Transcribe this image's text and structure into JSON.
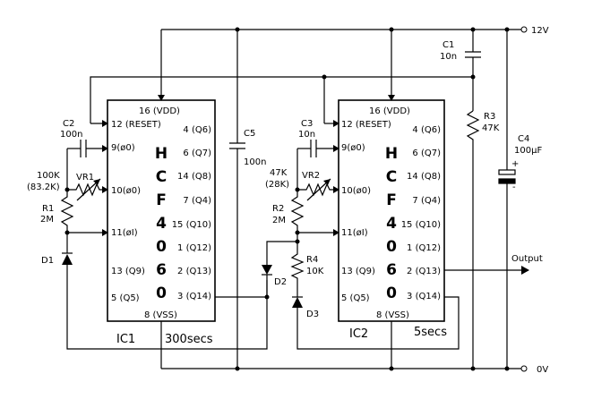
{
  "rails": {
    "vcc": "12V",
    "gnd": "0V",
    "output": "Output"
  },
  "ic1": {
    "name": "IC1",
    "time": "300secs",
    "letters": [
      "H",
      "C",
      "F",
      "4",
      "0",
      "6",
      "0"
    ],
    "left_pins": [
      "12 (RESET)",
      "9(ø0)",
      "10(ø0)",
      "11(øI)",
      "13 (Q9)",
      "5 (Q5)"
    ],
    "right_pins": [
      "4 (Q6)",
      "6 (Q7)",
      "14 (Q8)",
      "7 (Q4)",
      "15 (Q10)",
      "1 (Q12)",
      "2 (Q13)",
      "3 (Q14)"
    ],
    "top_pin": "16 (VDD)",
    "bottom_pin": "8 (VSS)"
  },
  "ic2": {
    "name": "IC2",
    "time": "5secs",
    "letters": [
      "H",
      "C",
      "F",
      "4",
      "0",
      "6",
      "0"
    ],
    "left_pins": [
      "12 (RESET)",
      "9(ø0)",
      "10(ø0)",
      "11(øI)",
      "13 (Q9)",
      "5 (Q5)"
    ],
    "right_pins": [
      "4 (Q6)",
      "6 (Q7)",
      "14 (Q8)",
      "7 (Q4)",
      "15 (Q10)",
      "1 (Q12)",
      "2 (Q13)",
      "3 (Q14)"
    ],
    "top_pin": "16 (VDD)",
    "bottom_pin": "8 (VSS)"
  },
  "components": {
    "c1": {
      "name": "C1",
      "value": "10n"
    },
    "c2": {
      "name": "C2",
      "value": "100n"
    },
    "c3": {
      "name": "C3",
      "value": "10n"
    },
    "c4": {
      "name": "C4",
      "value": "100µF",
      "plus": "+",
      "minus": "-"
    },
    "c5": {
      "name": "C5",
      "value": "100n"
    },
    "r1": {
      "name": "R1",
      "value": "2M"
    },
    "r2": {
      "name": "R2",
      "value": "2M"
    },
    "r3": {
      "name": "R3",
      "value": "47K"
    },
    "r4": {
      "name": "R4",
      "value": "10K"
    },
    "vr1": {
      "name": "VR1",
      "value": "100K",
      "setting": "(83.2K)"
    },
    "vr2": {
      "name": "VR2",
      "value": "47K",
      "setting": "(28K)"
    },
    "d1": {
      "name": "D1"
    },
    "d2": {
      "name": "D2"
    },
    "d3": {
      "name": "D3"
    }
  }
}
